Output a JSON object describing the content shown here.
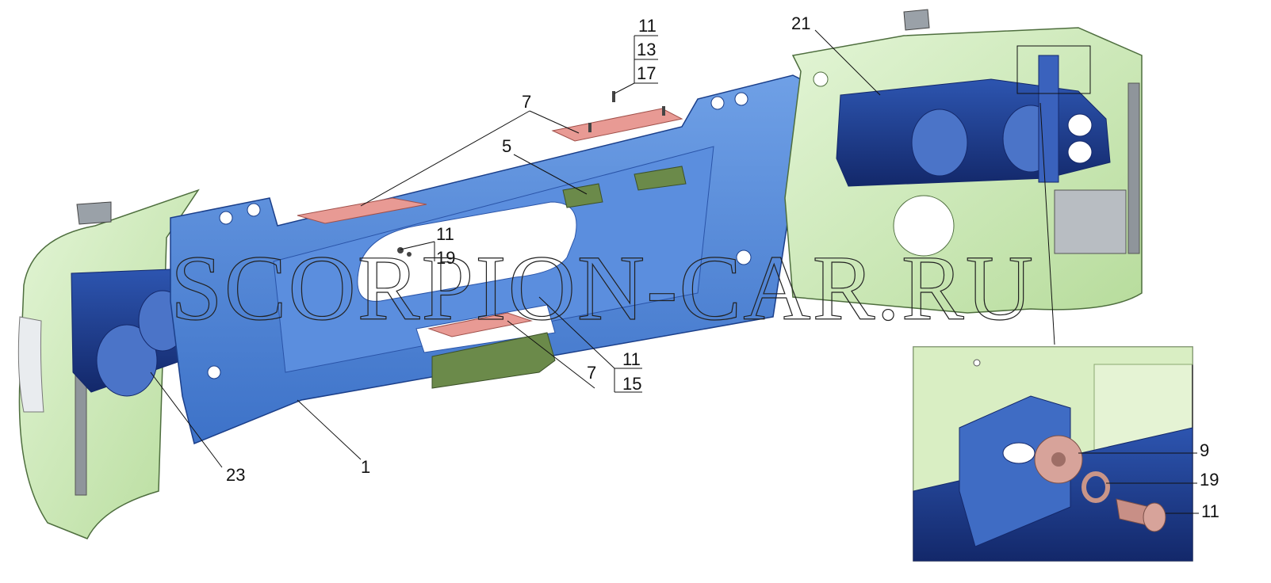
{
  "watermark": "SCORPION-CAR.RU",
  "colors": {
    "bumper_blue": "#4f86d8",
    "bumper_green": "#c6e8b0",
    "pad_red": "#e89a94",
    "washer_pink": "#d7a39a",
    "bracket_olive": "#6b8a4a",
    "dark_blue": "#1f3d8f"
  },
  "callouts": {
    "c1": "1",
    "c5": "5",
    "c7a": "7",
    "c7b": "7",
    "c9": "9",
    "c11a": "11",
    "c11b": "11",
    "c11c": "11",
    "c11d": "11",
    "c13": "13",
    "c15": "15",
    "c17": "17",
    "c19a": "19",
    "c19b": "19",
    "c21": "21",
    "c23": "23"
  }
}
